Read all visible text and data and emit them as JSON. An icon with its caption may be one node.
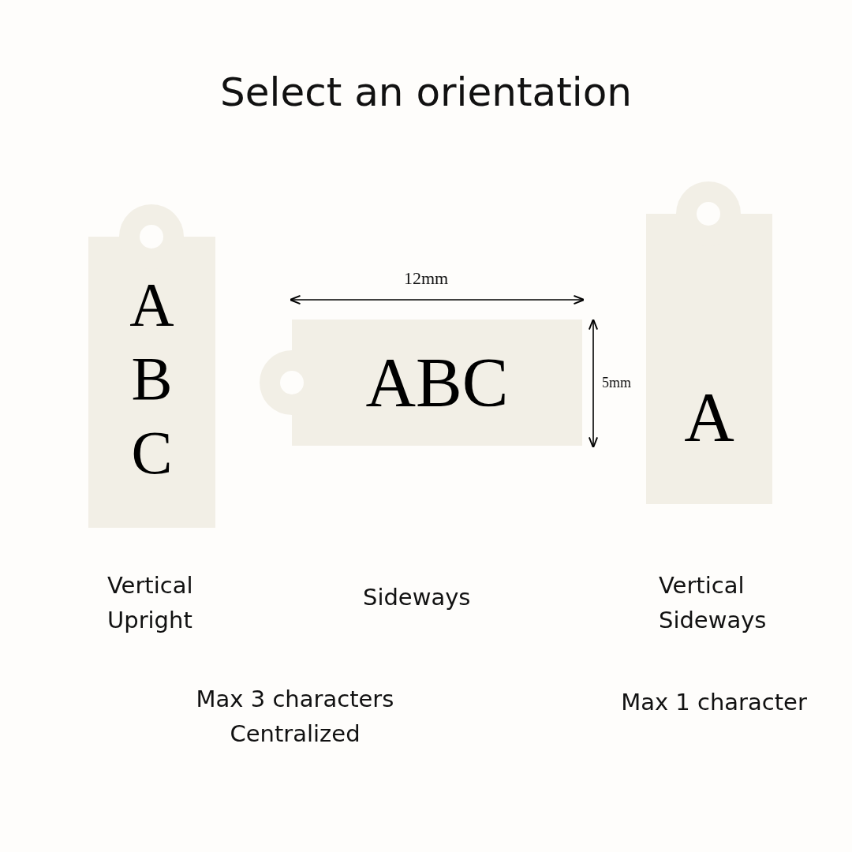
{
  "diagram": {
    "title": "Select an orientation",
    "nodes": [
      {
        "text": [
          "A B C"
        ],
        "beside": [
          "Vertical Upright"
        ]
      },
      {
        "text": [
          "ABC"
        ]
      },
      {
        "text": [
          "A"
        ],
        "beside": [
          "Vertical Sideways"
        ]
      }
    ],
    "labels": [
      "12mm",
      "5mm",
      "Sideways",
      "Max 3 characters Centralized",
      "Max 1 character"
    ]
  }
}
